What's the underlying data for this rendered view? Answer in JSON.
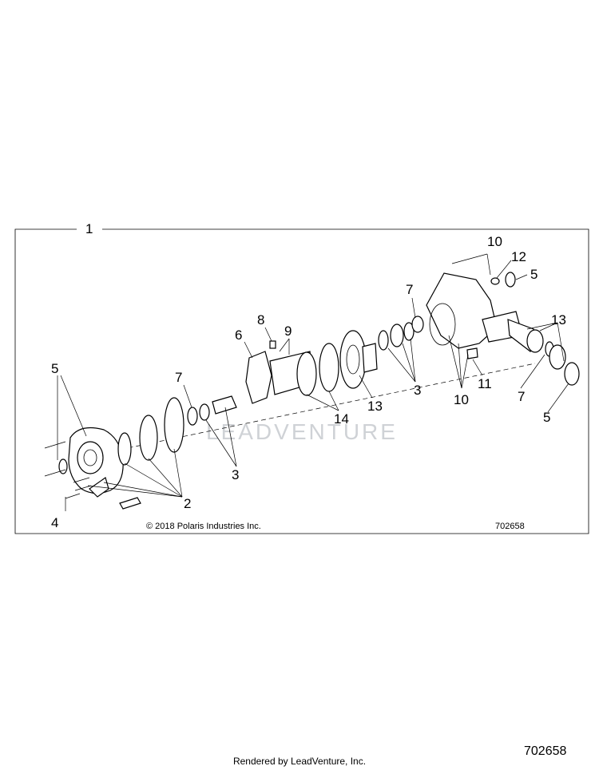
{
  "diagram": {
    "callouts": {
      "c1": "1",
      "c2": "2",
      "c3a": "3",
      "c3b": "3",
      "c4": "4",
      "c5a": "5",
      "c5b": "5",
      "c5c": "5",
      "c6": "6",
      "c7a": "7",
      "c7b": "7",
      "c7c": "7",
      "c8": "8",
      "c9": "9",
      "c10a": "10",
      "c10b": "10",
      "c11": "11",
      "c12": "12",
      "c13a": "13",
      "c13b": "13",
      "c14": "14"
    },
    "copyright": "© 2018 Polaris Industries Inc.",
    "figure_number": "702658",
    "watermark": "LEADVENTURE"
  },
  "footer": {
    "rendered_by": "Rendered by LeadVenture, Inc.",
    "page_id": "702658"
  }
}
